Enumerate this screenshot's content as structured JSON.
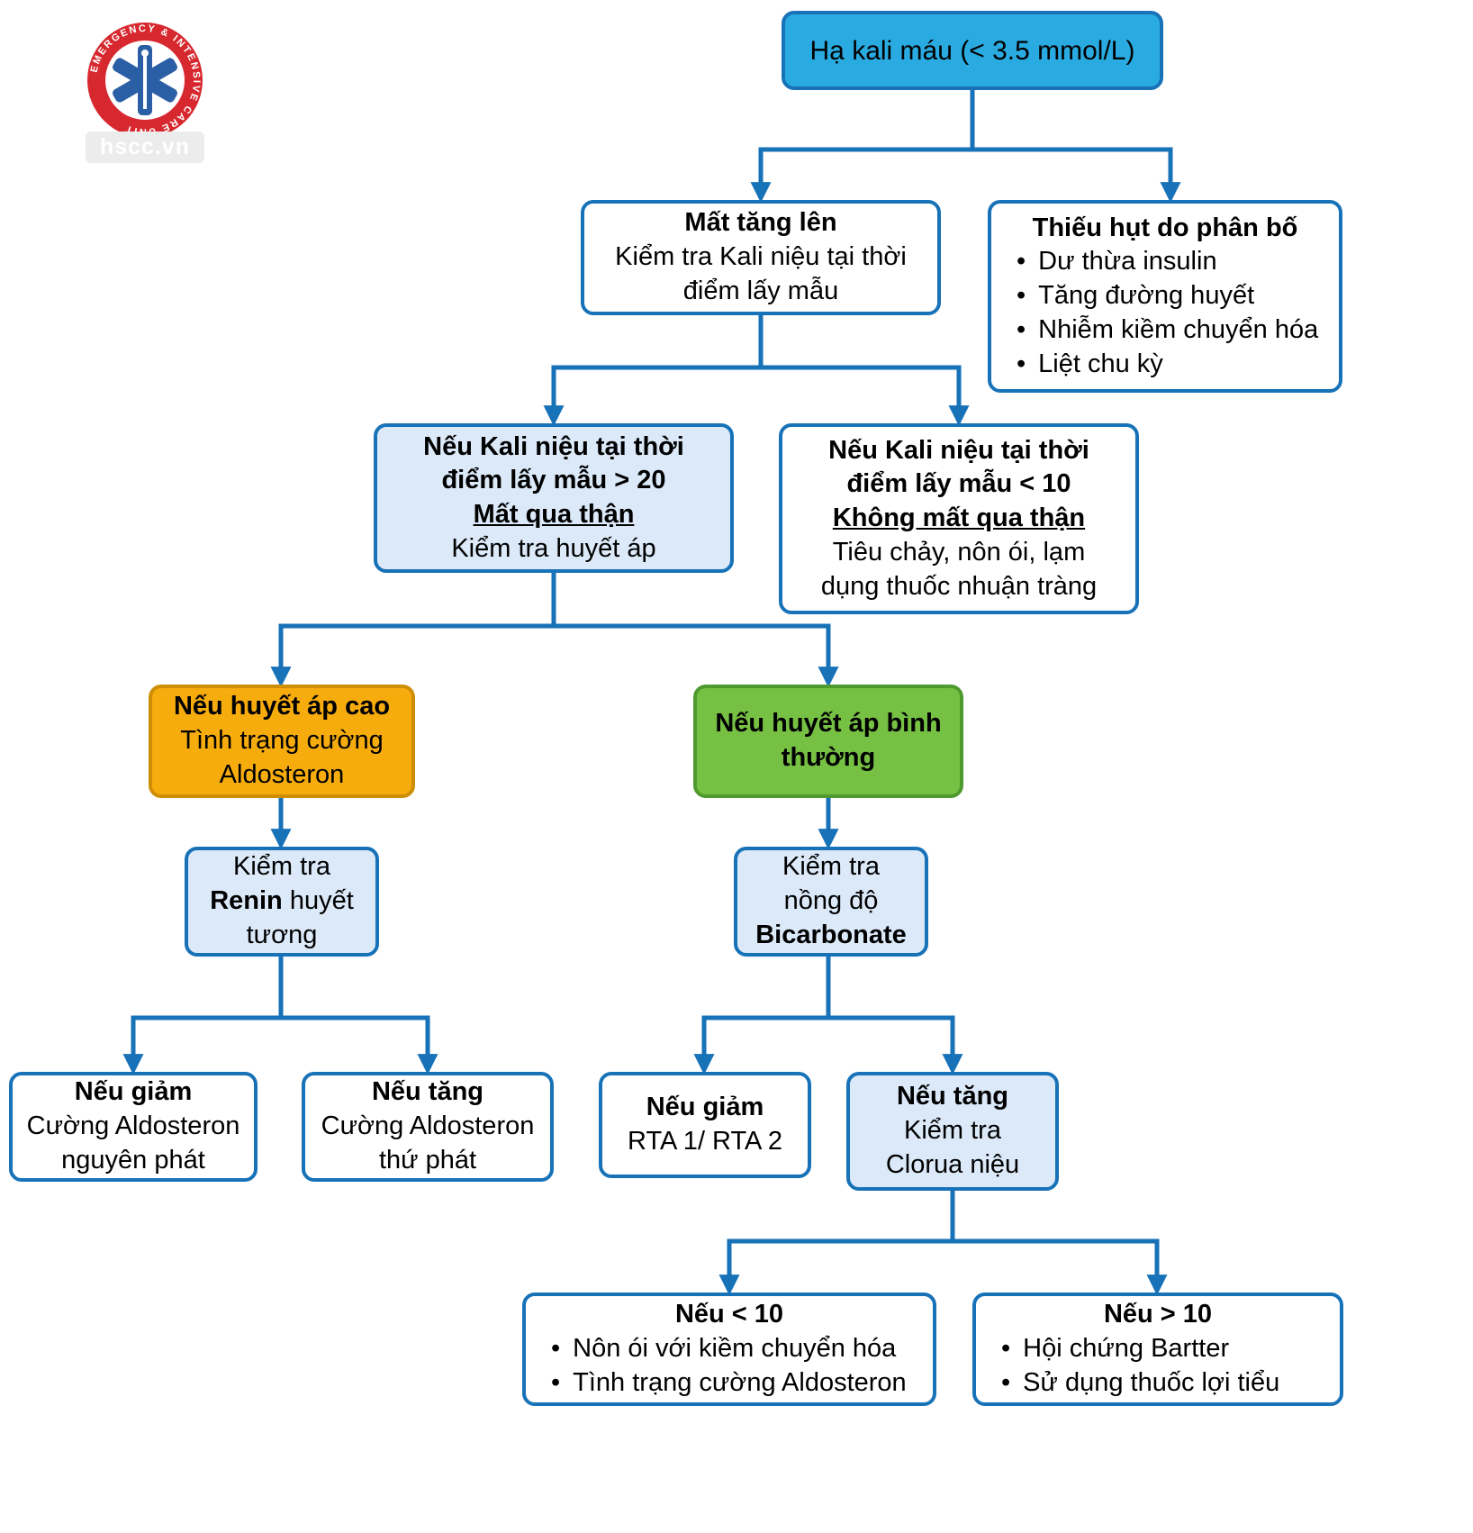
{
  "logo": {
    "ring_text": "EMERGENCY & INTENSIVE CARE UNIT",
    "watermark": "hscc.vn"
  },
  "colors": {
    "line_blue": "#1772B8",
    "root_fill": "#29ABE2",
    "light_blue_fill": "#DBE9F8",
    "orange_fill": "#F7AC0E",
    "green_fill": "#76C043"
  },
  "nodes": {
    "root": {
      "text": "Hạ kali máu (< 3.5 mmol/L)"
    },
    "increased_loss": {
      "title": "Mất tăng lên",
      "body": "Kiểm tra Kali niệu tại thời điểm lấy mẫu"
    },
    "distribution": {
      "title": "Thiếu hụt do phân bố",
      "bullets": [
        "Dư thừa insulin",
        "Tăng đường huyết",
        "Nhiễm kiềm chuyển hóa",
        "Liệt chu kỳ"
      ]
    },
    "renal_loss": {
      "title": "Nếu Kali niệu tại thời điểm lấy mẫu > 20",
      "subtitle": "Mất qua thận",
      "body": "Kiểm tra huyết áp"
    },
    "non_renal_loss": {
      "title": "Nếu Kali niệu tại thời điểm lấy mẫu < 10",
      "subtitle": "Không mất qua thận",
      "body": "Tiêu chảy, nôn ói, lạm dụng thuốc nhuận tràng"
    },
    "high_bp": {
      "title": "Nếu huyết áp cao",
      "body": "Tình trạng cường Aldosteron"
    },
    "normal_bp": {
      "title": "Nếu huyết áp bình thường"
    },
    "renin": {
      "line1": "Kiểm tra",
      "bold": "Renin",
      "line2_rest": " huyết",
      "line3": "tương"
    },
    "bicarbonate": {
      "line1": "Kiểm tra",
      "line2": "nồng độ",
      "bold": "Bicarbonate"
    },
    "renin_low": {
      "title": "Nếu giảm",
      "body": "Cường Aldosteron nguyên phát"
    },
    "renin_high": {
      "title": "Nếu tăng",
      "body": "Cường Aldosteron thứ phát"
    },
    "bicarb_low": {
      "title": "Nếu giảm",
      "body": "RTA 1/ RTA 2"
    },
    "bicarb_high": {
      "title": "Nếu tăng",
      "line1": "Kiểm tra",
      "line2": "Clorua niệu"
    },
    "chloride_low": {
      "title": "Nếu < 10",
      "bullets": [
        "Nôn ói với kiềm chuyển hóa",
        "Tình trạng cường Aldosteron"
      ]
    },
    "chloride_high": {
      "title": "Nếu > 10",
      "bullets": [
        "Hội chứng Bartter",
        "Sử dụng thuốc lợi tiểu"
      ]
    }
  }
}
